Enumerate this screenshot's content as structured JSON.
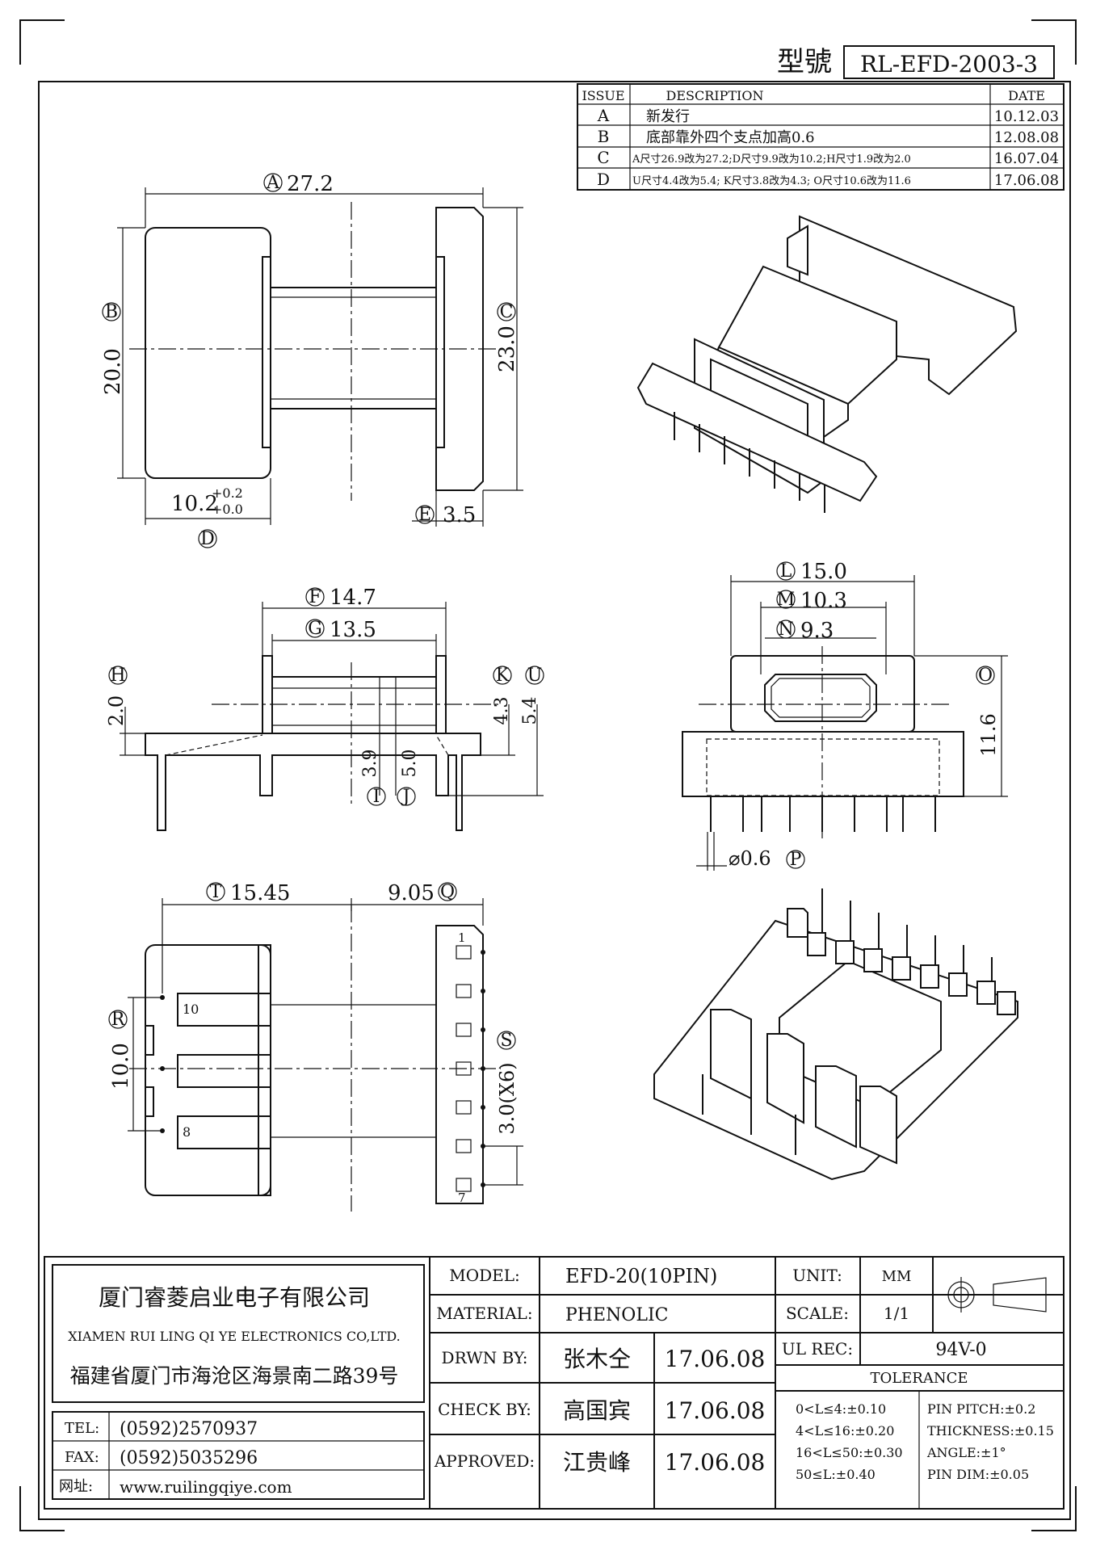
{
  "header": {
    "model_label": "型號",
    "model_code": "RL-EFD-2003-3"
  },
  "revisions": {
    "headers": [
      "ISSUE",
      "DESCRIPTION",
      "DATE"
    ],
    "rows": [
      {
        "issue": "A",
        "description": "新发行",
        "date": "10.12.03"
      },
      {
        "issue": "B",
        "description": "底部靠外四个支点加高0.6",
        "date": "12.08.08"
      },
      {
        "issue": "C",
        "description": "A尺寸26.9改为27.2;D尺寸9.9改为10.2;H尺寸1.9改为2.0",
        "date": "16.07.04"
      },
      {
        "issue": "D",
        "description": "U尺寸4.4改为5.4; K尺寸3.8改为4.3; O尺寸10.6改为11.6",
        "date": "17.06.08"
      }
    ]
  },
  "dimensions": {
    "A": {
      "key": "A",
      "value": "27.2"
    },
    "B": {
      "key": "B",
      "value": "20.0"
    },
    "C": {
      "key": "C",
      "value": "23.0"
    },
    "D": {
      "key": "D",
      "value": "10.2",
      "tol_plus": "+0.2",
      "tol_minus": "+0.0"
    },
    "E": {
      "key": "E",
      "value": "3.5"
    },
    "F": {
      "key": "F",
      "value": "14.7"
    },
    "G": {
      "key": "G",
      "value": "13.5"
    },
    "H": {
      "key": "H",
      "value": "2.0"
    },
    "I": {
      "key": "I",
      "value": "3.9"
    },
    "J": {
      "key": "J",
      "value": "5.0"
    },
    "K": {
      "key": "K",
      "value": "4.3"
    },
    "U": {
      "key": "U",
      "value": "5.4"
    },
    "L": {
      "key": "L",
      "value": "15.0"
    },
    "M": {
      "key": "M",
      "value": "10.3"
    },
    "N": {
      "key": "N",
      "value": "9.3"
    },
    "O": {
      "key": "O",
      "value": "11.6"
    },
    "P": {
      "key": "P",
      "value": "⌀0.6"
    },
    "T": {
      "key": "T",
      "value": "15.45"
    },
    "Q": {
      "key": "Q",
      "value": "9.05"
    },
    "R": {
      "key": "R",
      "value": "10.0"
    },
    "S": {
      "key": "S",
      "value": "3.0(X6)"
    }
  },
  "pins": {
    "p1": "1",
    "p7": "7",
    "p8": "8",
    "p10": "10"
  },
  "company": {
    "name_cn": "厦门睿菱启业电子有限公司",
    "name_en": "XIAMEN RUI LING QI YE ELECTRONICS CO,LTD.",
    "address": "福建省厦门市海沧区海景南二路39号",
    "tel_label": "TEL:",
    "tel": "(0592)2570937",
    "fax_label": "FAX:",
    "fax": "(0592)5035296",
    "web_label": "网址:",
    "web": "www.ruilingqiye.com"
  },
  "title_block": {
    "model_label": "MODEL:",
    "model": "EFD-20(10PIN)",
    "material_label": "MATERIAL:",
    "material": "PHENOLIC",
    "drawn_label": "DRWN BY:",
    "drawn_by": "张木仝",
    "drawn_date": "17.06.08",
    "check_label": "CHECK BY:",
    "check_by": "高国宾",
    "check_date": "17.06.08",
    "approved_label": "APPROVED:",
    "approved_by": "江贵峰",
    "approved_date": "17.06.08",
    "unit_label": "UNIT:",
    "unit": "MM",
    "scale_label": "SCALE:",
    "scale": "1/1",
    "ul_label": "UL REC:",
    "ul": "94V-0",
    "tolerance_label": "TOLERANCE",
    "tolerances_left": [
      "0<L≤4:±0.10",
      "4<L≤16:±0.20",
      "16<L≤50:±0.30",
      "50≤L:±0.40"
    ],
    "tolerances_right": [
      "PIN PITCH:±0.2",
      "THICKNESS:±0.15",
      "ANGLE:±1°",
      "PIN DIM:±0.05"
    ]
  }
}
